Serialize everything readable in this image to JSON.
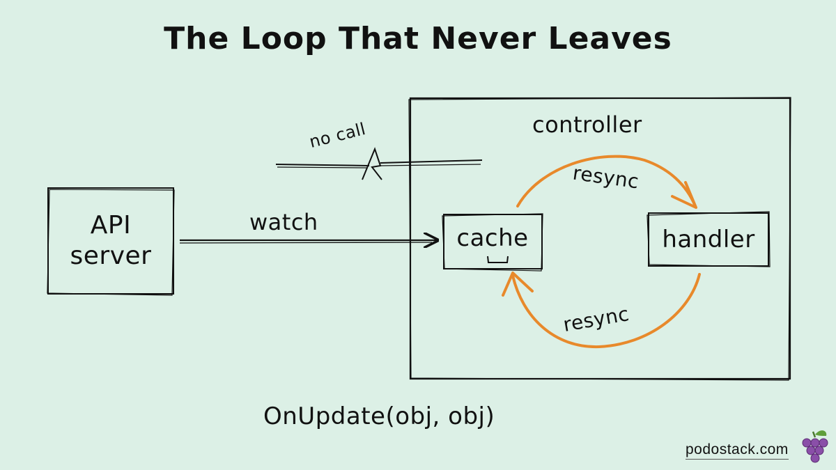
{
  "diagram": {
    "title": "The Loop That Never Leaves",
    "nodes": {
      "api_server": "API\nserver",
      "controller": "controller",
      "cache": "cache",
      "handler": "handler"
    },
    "edges": {
      "watch": "watch",
      "no_call": "no call",
      "resync_top": "resync",
      "resync_bottom": "resync"
    },
    "caption": "OnUpdate(obj, obj)",
    "brand": "podostack.com",
    "colors": {
      "background": "#dcf0e6",
      "ink": "#111111",
      "loop_arrow": "#e8892b",
      "grape": "#8a4fa8"
    },
    "icons": {
      "brand_logo": "grapes-icon"
    }
  }
}
